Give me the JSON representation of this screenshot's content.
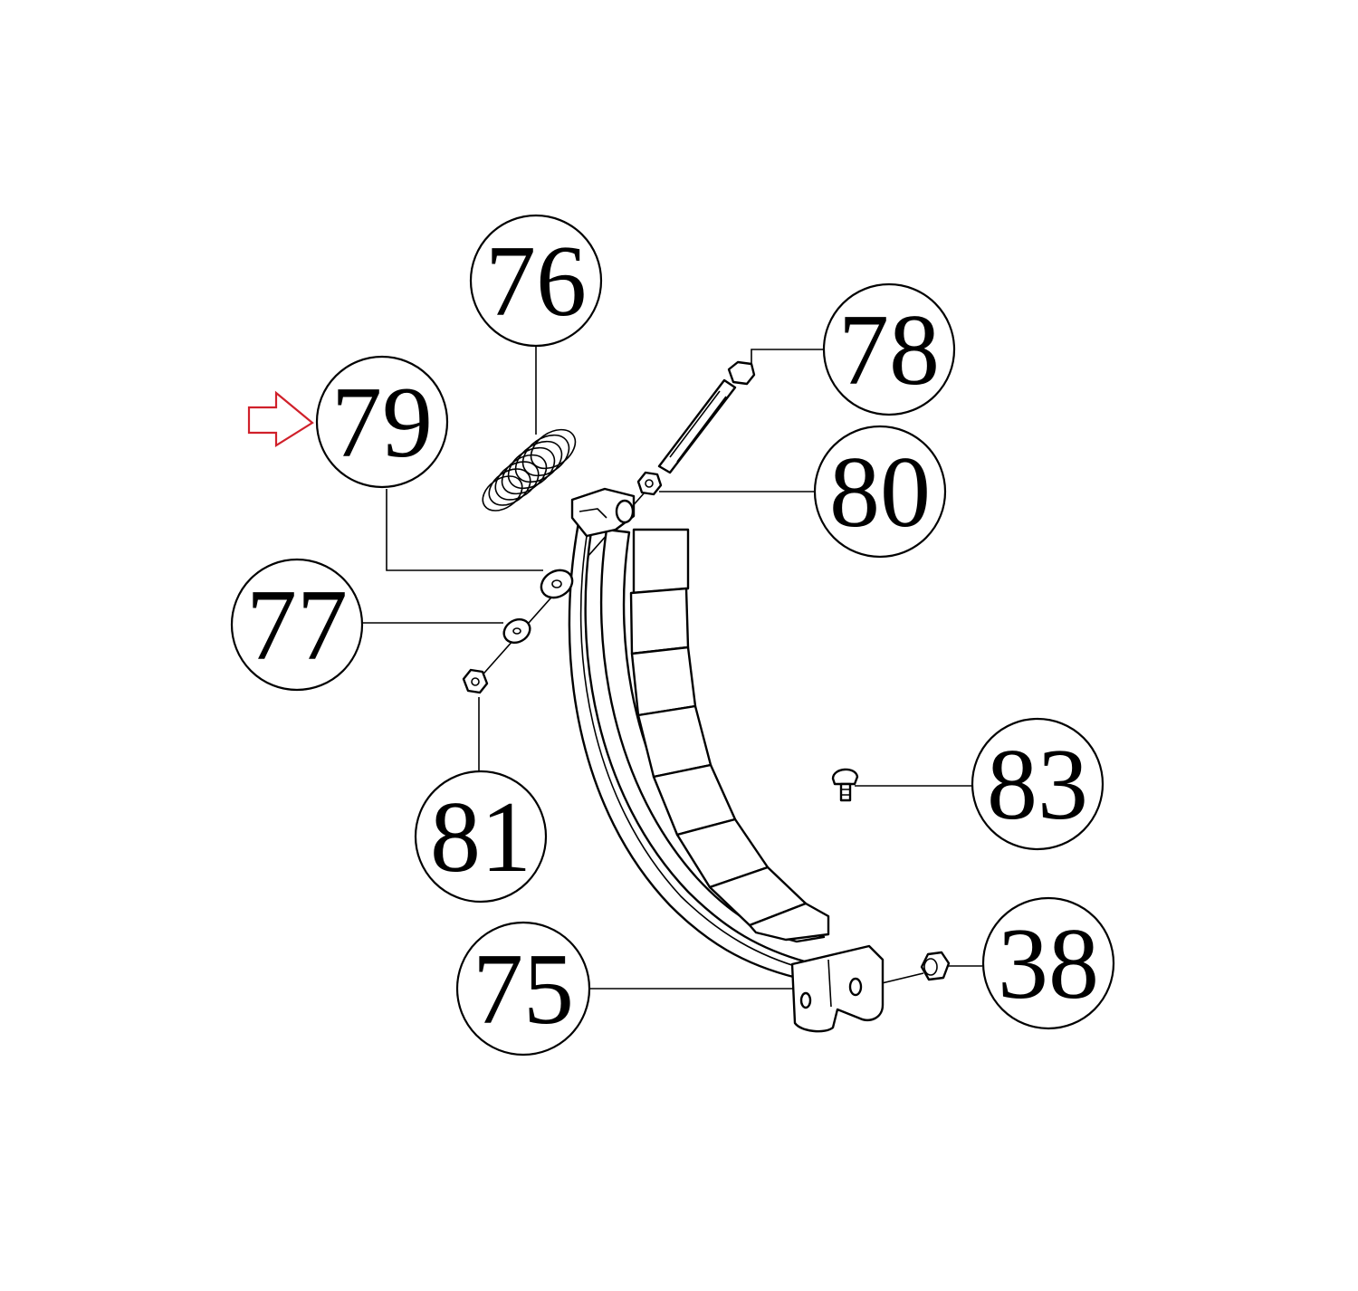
{
  "diagram": {
    "callouts": [
      {
        "id": "c75",
        "label": "75"
      },
      {
        "id": "c76",
        "label": "76"
      },
      {
        "id": "c77",
        "label": "77"
      },
      {
        "id": "c78",
        "label": "78"
      },
      {
        "id": "c79",
        "label": "79"
      },
      {
        "id": "c80",
        "label": "80"
      },
      {
        "id": "c81",
        "label": "81"
      },
      {
        "id": "c83",
        "label": "83"
      },
      {
        "id": "c38",
        "label": "38"
      }
    ],
    "highlight": {
      "target": "79",
      "arrow_color": "#d0202a"
    }
  }
}
